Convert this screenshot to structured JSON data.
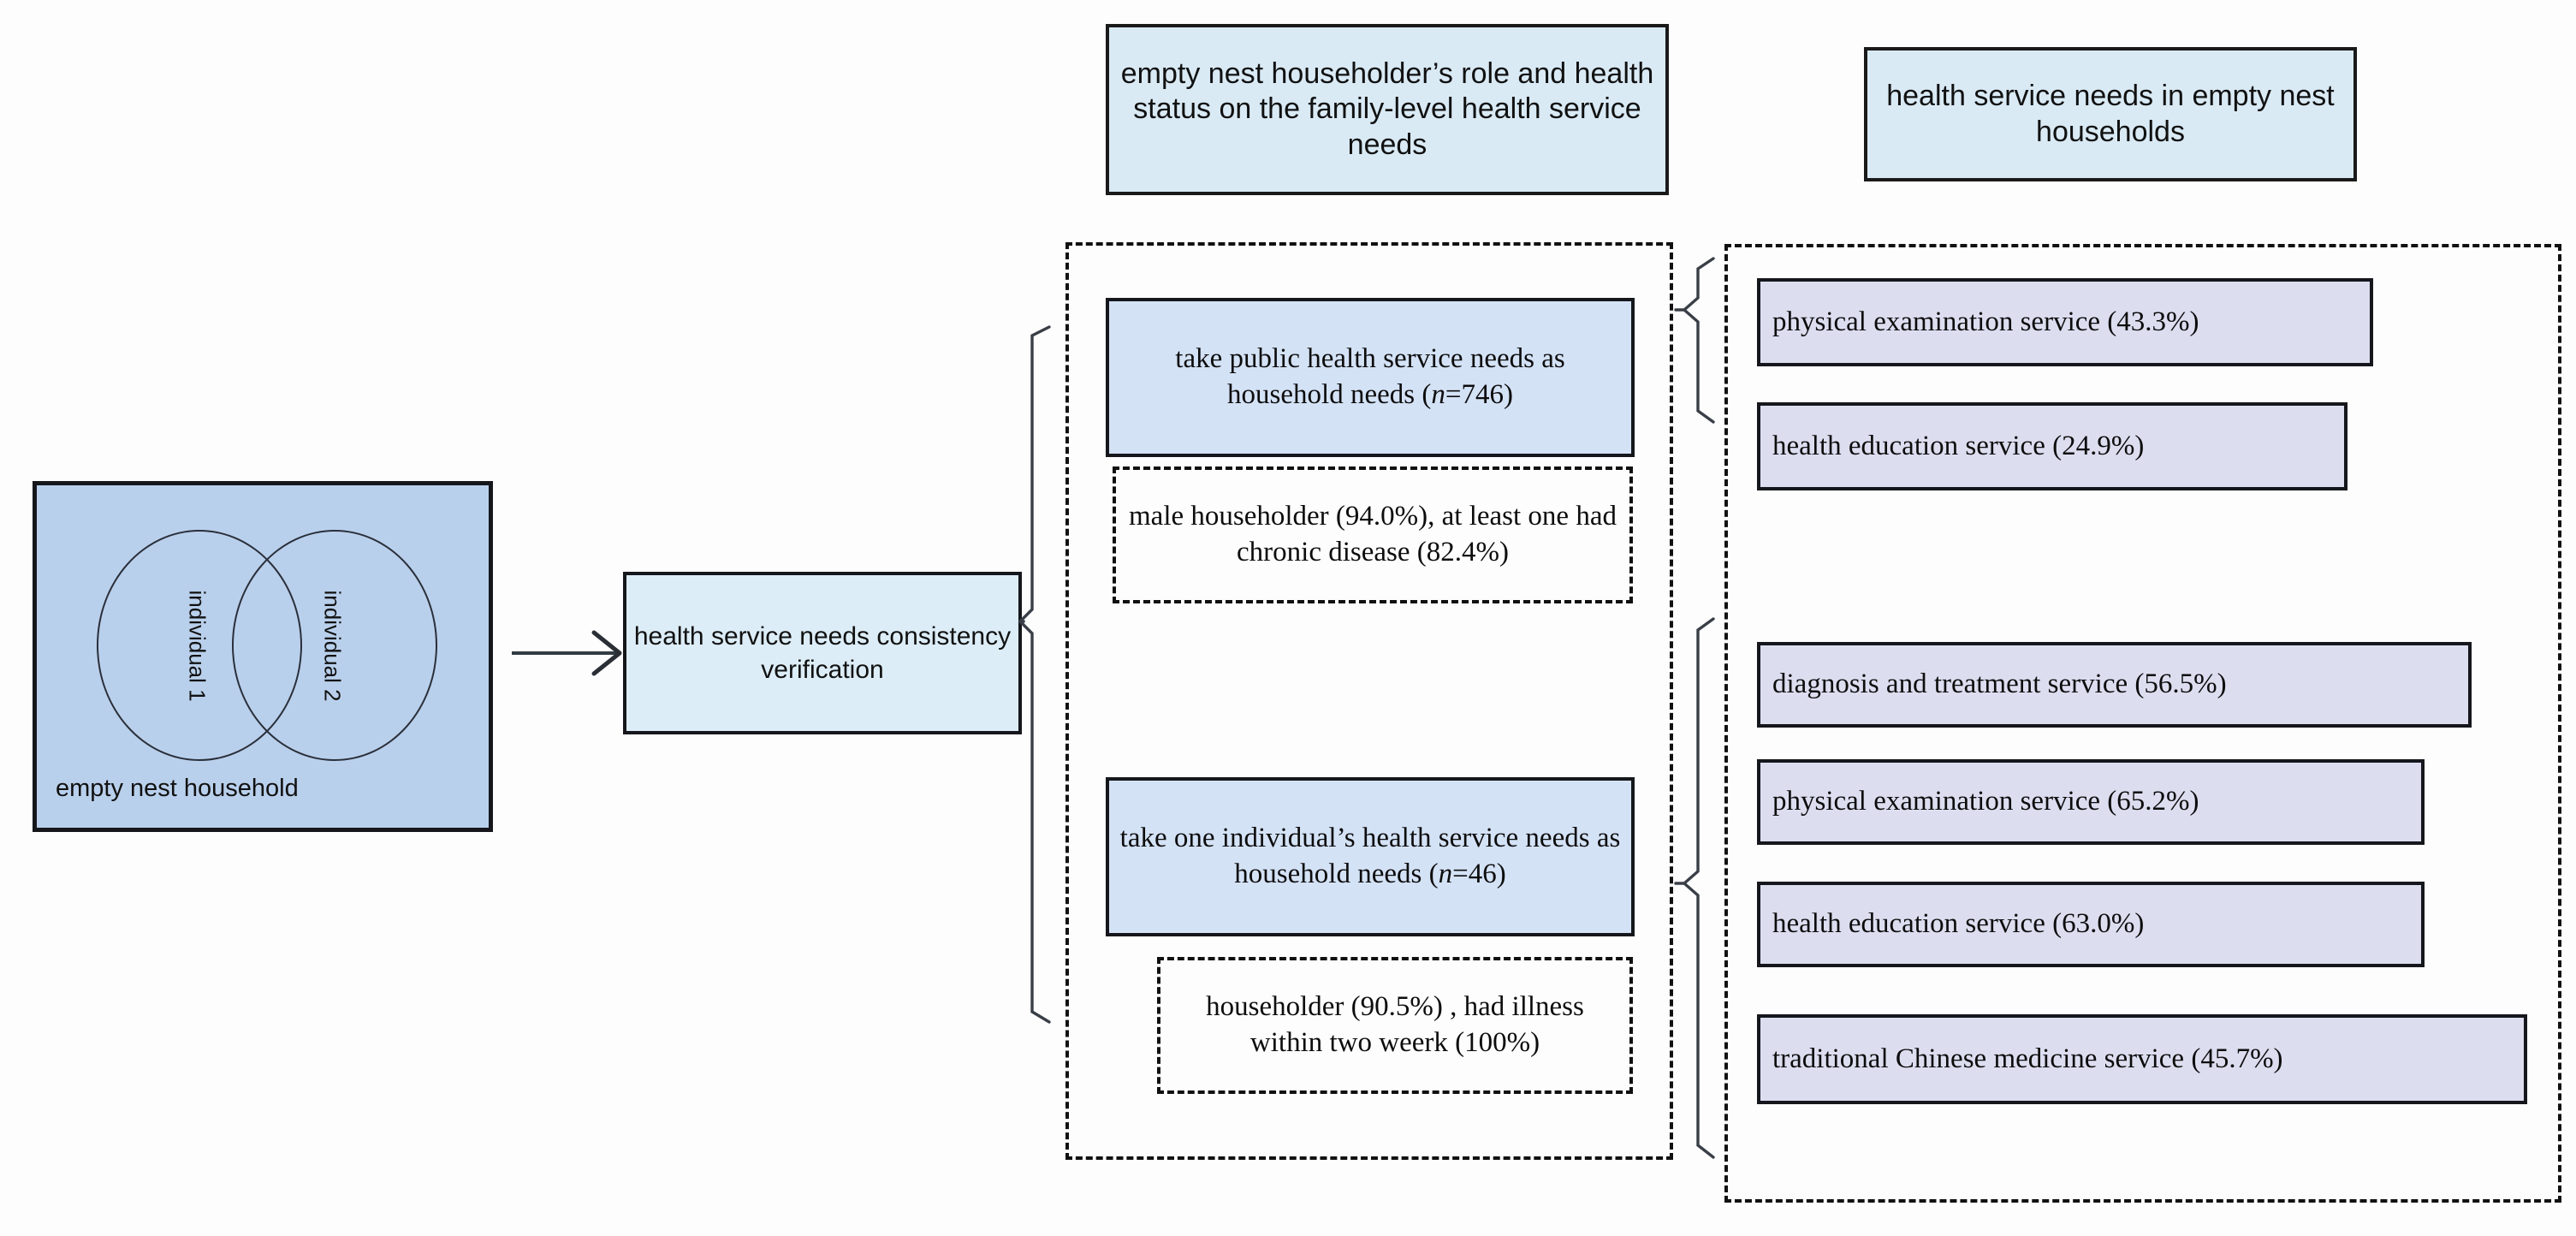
{
  "headers": {
    "middle": "empty nest householder’s role and health status on the family-level health service needs",
    "right": "health service needs in empty nest households"
  },
  "venn": {
    "circle_1_label": "individual 1",
    "circle_2_label": "individual 2",
    "caption": "empty nest household",
    "fill_color": "#b9d0ec"
  },
  "process": {
    "verification_label": "health service needs consistency verification",
    "arrow_icon": "arrow-right-icon"
  },
  "branches": [
    {
      "id": "public-health-branch",
      "main_label": "take public health service needs as household needs (n=746)",
      "main_text_pre": "take public health service needs as household needs (",
      "main_text_italic": "n",
      "main_text_post": "=746)",
      "detail_label": "male householder (94.0%), at least one had chronic disease (82.4%)",
      "services": [
        {
          "label": "physical examination service (43.3%)",
          "value": 43.3
        },
        {
          "label": "health education service (24.9%)",
          "value": 24.9
        }
      ]
    },
    {
      "id": "one-individual-branch",
      "main_label": "take one individual’s health service needs as household needs (n=46)",
      "main_text_pre": "take one individual’s health service needs as household needs (",
      "main_text_italic": "n",
      "main_text_post": "=46)",
      "detail_label": "householder (90.5%) , had illness within two weerk (100%)",
      "services": [
        {
          "label": "diagnosis and treatment service (56.5%)",
          "value": 56.5
        },
        {
          "label": "physical examination service (65.2%)",
          "value": 65.2
        },
        {
          "label": "health education service (63.0%)",
          "value": 63.0
        },
        {
          "label": "traditional Chinese medicine service (45.7%)",
          "value": 45.7
        }
      ]
    }
  ],
  "colors": {
    "header_fill": "#d9eaf5",
    "venn_fill": "#b9d0ec",
    "blue_box_fill": "#d4e2f6",
    "service_fill": "#dcdef0",
    "stroke": "#15171c"
  }
}
